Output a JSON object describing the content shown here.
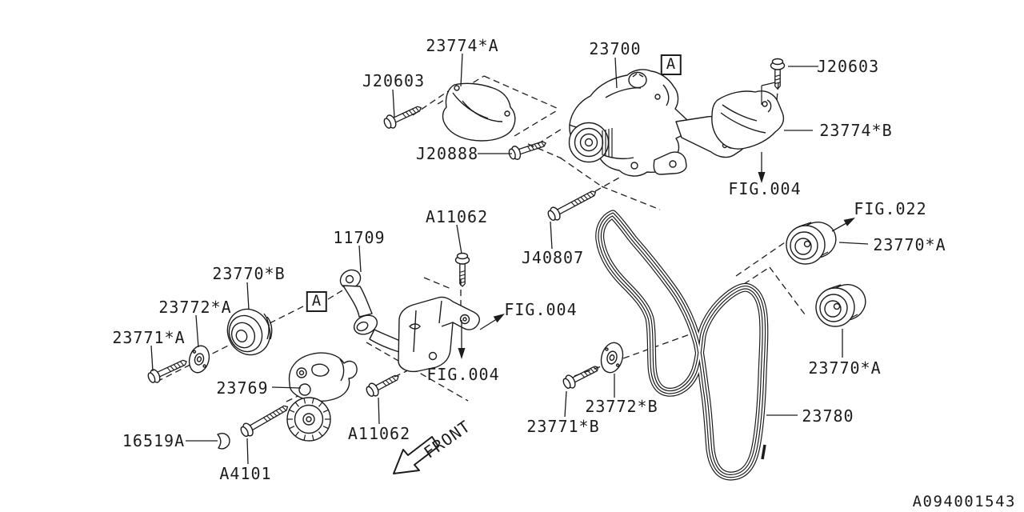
{
  "drawing": {
    "parts": {
      "alternator": "23700",
      "cover_a": "23774*A",
      "cover_b": "23774*B",
      "bracket": "11709",
      "tensioner": "23769",
      "idler_a": "23770*A",
      "idler_b": "23770*B",
      "belt": "23780",
      "washer_a": "23772*A",
      "washer_b": "23772*B",
      "bolt_j20603": "J20603",
      "bolt_j20888": "J20888",
      "bolt_j40807": "J40807",
      "bolt_a11062": "A11062",
      "bolt_23771_a": "23771*A",
      "bolt_23771_b": "23771*B",
      "bolt_a4101": "A4101",
      "clip": "16519A"
    },
    "refs": {
      "fig_004": "FIG.004",
      "fig_022": "FIG.022",
      "marker_a": "A"
    },
    "front_label": "FRONT",
    "drawing_number": "A094001543",
    "line_color": "#1c1c1c"
  }
}
